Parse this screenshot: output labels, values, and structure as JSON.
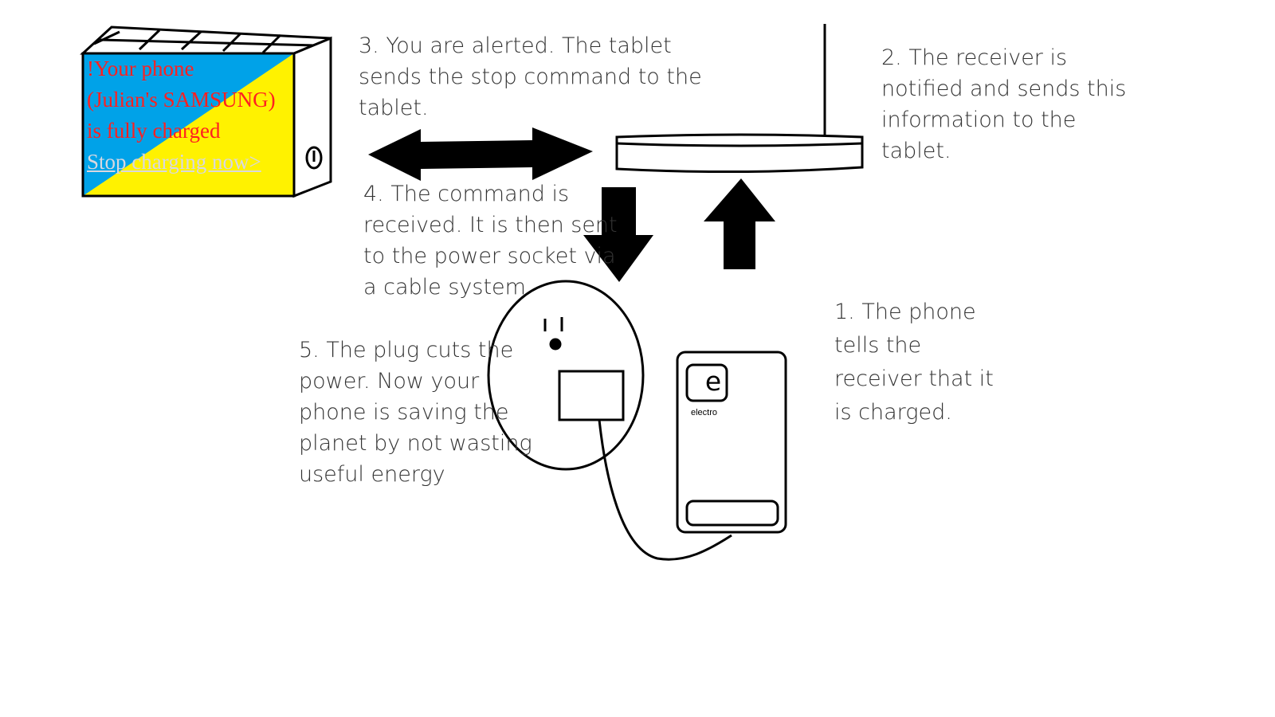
{
  "tablet": {
    "notification_lines": [
      "!Your phone",
      "(Julian's SAMSUNG)",
      "is fully charged"
    ],
    "stop_link": "Stop charging now>",
    "colors": {
      "blue": "#00a2e8",
      "yellow": "#fff200",
      "text": "#ff2020"
    }
  },
  "steps": {
    "step1": [
      "1. The phone",
      "tells the",
      "receiver that it",
      "is charged."
    ],
    "step2": [
      "2. The receiver is",
      "notified and sends this",
      "information to the",
      "tablet."
    ],
    "step3": [
      "3. You are alerted. The tablet",
      "sends the stop command to the",
      "tablet."
    ],
    "step4": [
      "4. The command is",
      "received. It is then sent",
      "to the power socket via",
      "a cable system"
    ],
    "step5": [
      "5. The plug cuts the",
      "power. Now your",
      "phone is saving the",
      "planet by not wasting",
      "useful energy"
    ]
  },
  "phone": {
    "brand_letter": "e",
    "brand_name": "electro"
  }
}
